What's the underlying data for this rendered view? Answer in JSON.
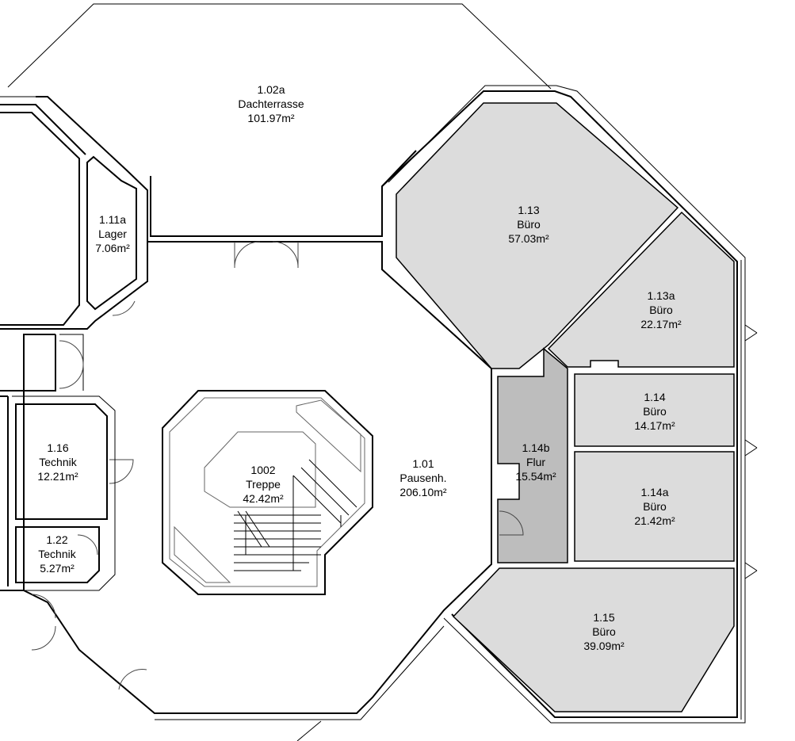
{
  "colors": {
    "room_light": "#dcdcdc",
    "room_dark": "#bdbdbd",
    "wall": "#000000"
  },
  "rooms": [
    {
      "id": "1.02a",
      "name": "Dachterrasse",
      "area": "101.97m²",
      "fill": "none"
    },
    {
      "id": "1.11a",
      "name": "Lager",
      "area": "7.06m²",
      "fill": "none"
    },
    {
      "id": "1.13",
      "name": "Büro",
      "area": "57.03m²",
      "fill": "light"
    },
    {
      "id": "1.13a",
      "name": "Büro",
      "area": "22.17m²",
      "fill": "light"
    },
    {
      "id": "1.14",
      "name": "Büro",
      "area": "14.17m²",
      "fill": "light"
    },
    {
      "id": "1.14b",
      "name": "Flur",
      "area": "15.54m²",
      "fill": "dark"
    },
    {
      "id": "1.14a",
      "name": "Büro",
      "area": "21.42m²",
      "fill": "light"
    },
    {
      "id": "1.15",
      "name": "Büro",
      "area": "39.09m²",
      "fill": "light"
    },
    {
      "id": "1.16",
      "name": "Technik",
      "area": "12.21m²",
      "fill": "none"
    },
    {
      "id": "1.22",
      "name": "Technik",
      "area": "5.27m²",
      "fill": "none"
    },
    {
      "id": "1002",
      "name": "Treppe",
      "area": "42.42m²",
      "fill": "none"
    },
    {
      "id": "1.01",
      "name": "Pausenh.",
      "area": "206.10m²",
      "fill": "none"
    }
  ]
}
